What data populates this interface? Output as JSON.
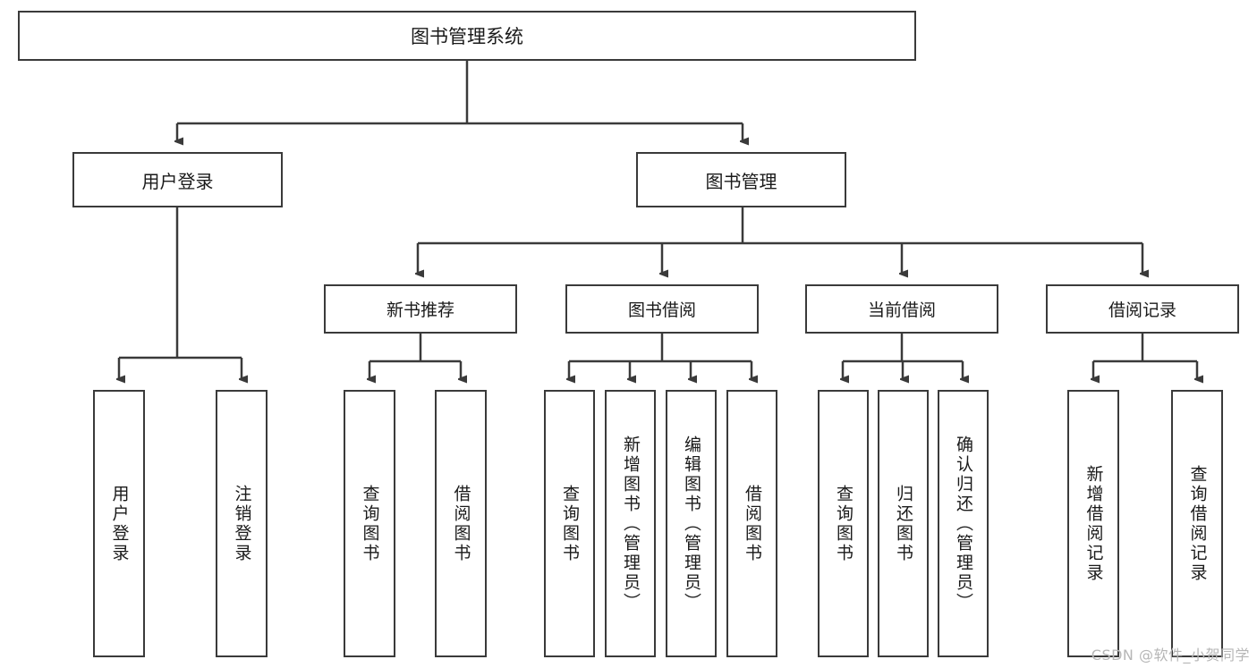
{
  "diagram": {
    "title": "图书管理系统",
    "type": "functional-structure-tree",
    "root": {
      "label": "图书管理系统"
    },
    "level2": [
      {
        "label": "用户登录"
      },
      {
        "label": "图书管理"
      }
    ],
    "level3": [
      {
        "label": "新书推荐"
      },
      {
        "label": "图书借阅"
      },
      {
        "label": "当前借阅"
      },
      {
        "label": "借阅记录"
      }
    ],
    "leaves": {
      "user_login": [
        {
          "label": "用户登录"
        },
        {
          "label": "注销登录"
        }
      ],
      "new_book_recommend": [
        {
          "label": "查询图书"
        },
        {
          "label": "借阅图书"
        }
      ],
      "book_borrow": [
        {
          "label": "查询图书"
        },
        {
          "label": "新增图书（管理员）"
        },
        {
          "label": "编辑图书（管理员）"
        },
        {
          "label": "借阅图书"
        }
      ],
      "current_borrow": [
        {
          "label": "查询图书"
        },
        {
          "label": "归还图书"
        },
        {
          "label": "确认归还（管理员）"
        }
      ],
      "borrow_record": [
        {
          "label": "新增借阅记录"
        },
        {
          "label": "查询借阅记录"
        }
      ]
    }
  },
  "watermark": {
    "text": "CSDN @软件_小贺同学"
  },
  "colors": {
    "border": "#3a3a3a",
    "background": "#ffffff",
    "text": "#1a1a1a",
    "watermark": "#b6b6b6"
  }
}
